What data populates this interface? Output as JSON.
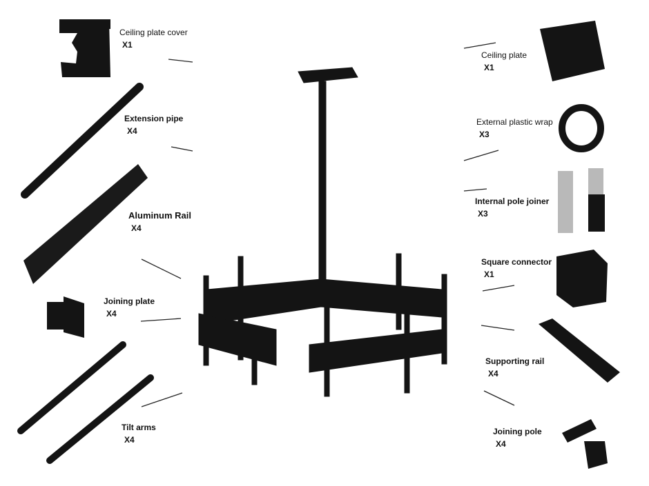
{
  "parts_left": [
    {
      "name": "Ceiling plate cover",
      "qty": "X1"
    },
    {
      "name": "Extension pipe",
      "qty": "X4"
    },
    {
      "name": "Aluminum Rail",
      "qty": "X4"
    },
    {
      "name": "Joining plate",
      "qty": "X4"
    },
    {
      "name": "Tilt arms",
      "qty": "X4"
    }
  ],
  "parts_right": [
    {
      "name": "Ceiling plate",
      "qty": "X1"
    },
    {
      "name": "External plastic wrap",
      "qty": "X3"
    },
    {
      "name": "Internal pole joiner",
      "qty": "X3"
    },
    {
      "name": "Square connector",
      "qty": "X1"
    },
    {
      "name": "Supporting rail",
      "qty": "X4"
    },
    {
      "name": "Joining pole",
      "qty": "X4"
    }
  ],
  "colors": {
    "part": "#141414",
    "leader": "#222222",
    "metal": "#b9b9b9"
  }
}
